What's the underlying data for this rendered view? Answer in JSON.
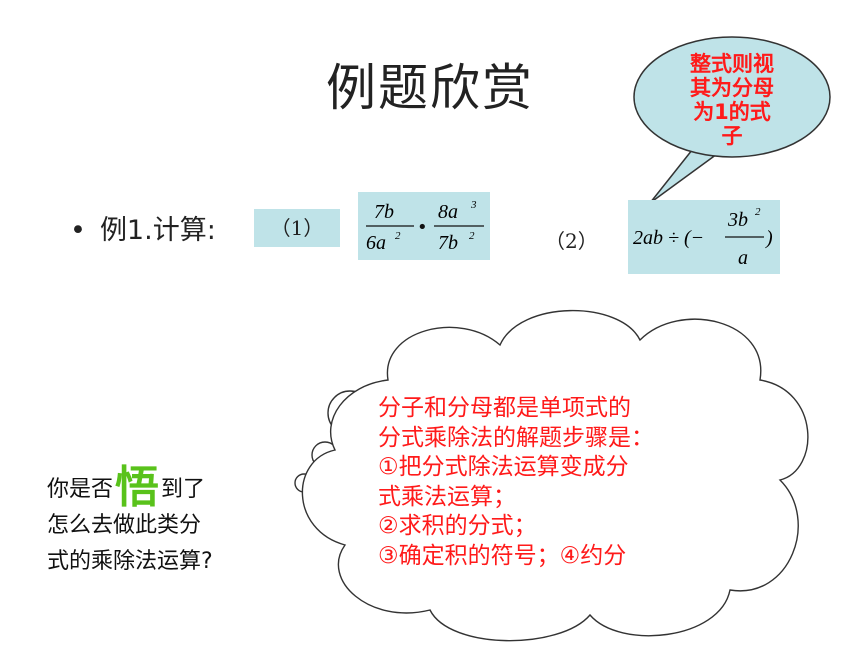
{
  "title": "例题欣赏",
  "example": {
    "lead": "例1.计算:",
    "part1_label": "（1）",
    "part2_label": "（2）",
    "expr1": {
      "num1": "7b",
      "den1": "6a",
      "den1_exp": "2",
      "num2": "8a",
      "num2_exp": "3",
      "den2": "7b",
      "den2_exp": "2",
      "op": "•"
    },
    "expr2": {
      "left": "2ab ÷ (−",
      "num": "3b",
      "num_exp": "2",
      "den": "a",
      "right": ")"
    }
  },
  "speech_bubble": {
    "lines": [
      "整式则视",
      "其为分母",
      "为1的式",
      "子"
    ],
    "fill": "#bfe3e8"
  },
  "cloud": {
    "lines": [
      "分子和分母都是单项式的",
      "分式乘除法的解题步骤是：",
      "①把分式除法运算变成分",
      "式乘法运算；",
      "②求积的分式；",
      "③确定积的符号；④约分"
    ]
  },
  "question": {
    "before": "你是否",
    "highlight": "悟",
    "after": "到了",
    "line2": "怎么去做此类分",
    "line3": "式的乘除法运算?"
  },
  "colors": {
    "accent_red": "#ff1a1a",
    "box": "#bfe3e8",
    "highlight_green": "#59c21b"
  }
}
